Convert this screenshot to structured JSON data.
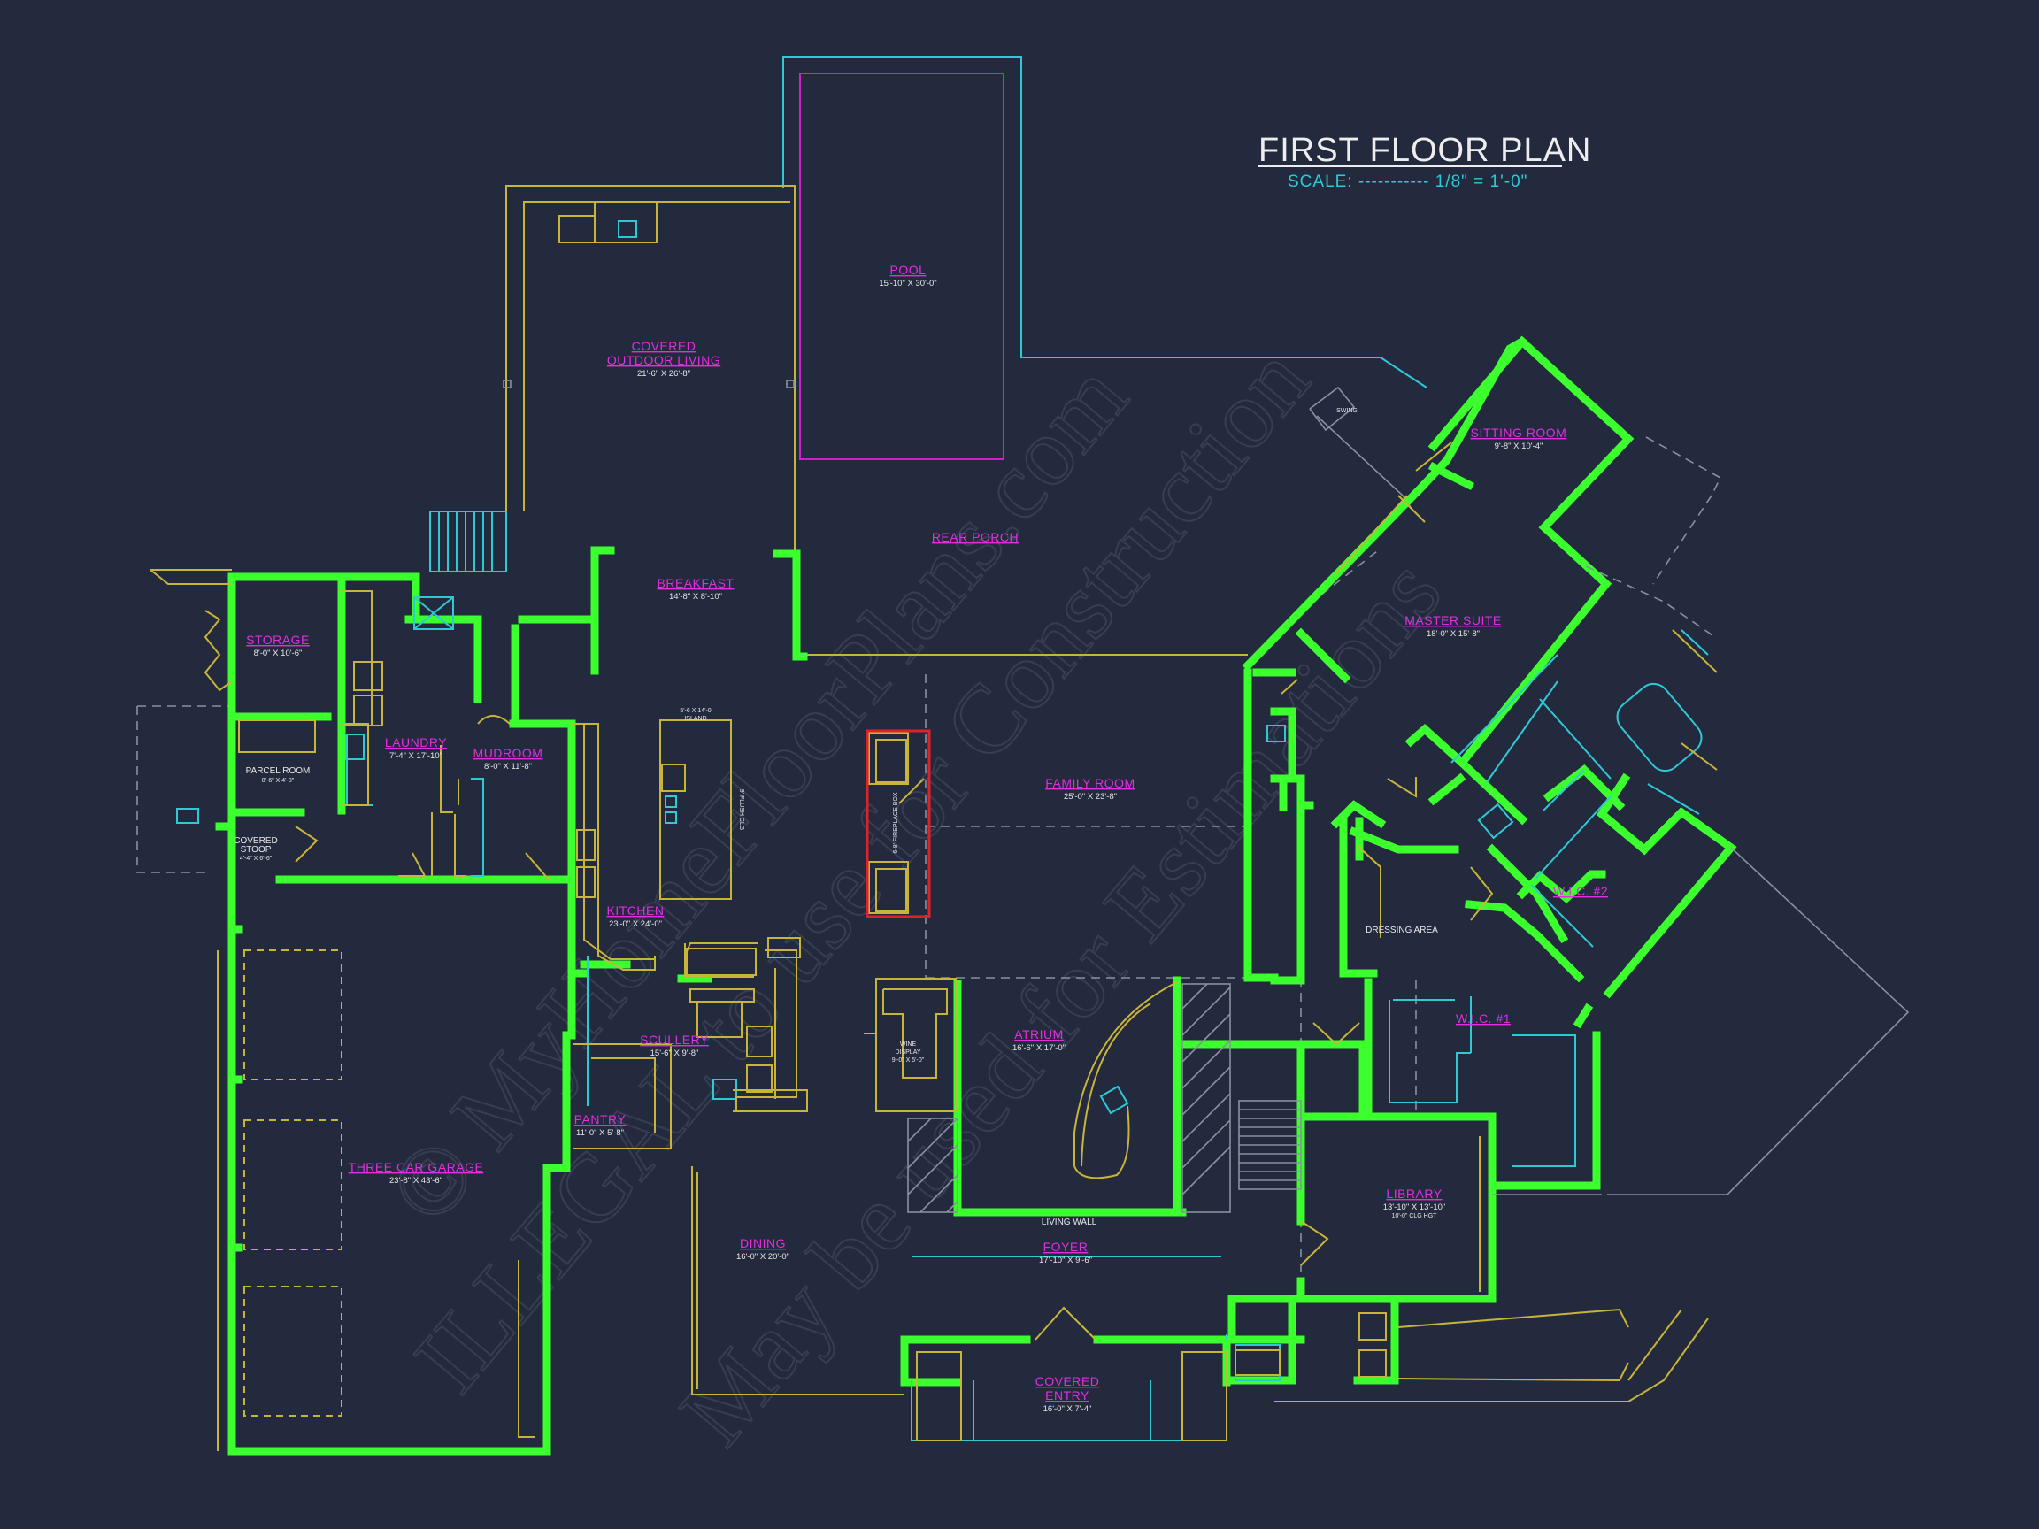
{
  "title": "FIRST FLOOR PLAN",
  "scale": "SCALE: ----------- 1/8\" = 1'-0\"",
  "watermark": {
    "line1": "© MyHomeFloorPlans.com",
    "line2": "ILLEGAL to use for Construction",
    "line3": "May be used for Estimations"
  },
  "rooms": {
    "pool": {
      "name": "POOL",
      "size": "15'-10\" X 30'-0\""
    },
    "covered_outdoor_living": {
      "name1": "COVERED",
      "name2": "OUTDOOR LIVING",
      "size": "21'-6\" X 26'-8\""
    },
    "rear_porch": {
      "name": "REAR PORCH"
    },
    "swing": {
      "name": "SWING"
    },
    "sitting_room": {
      "name": "SITTING ROOM",
      "size": "9'-8\" X 10'-4\""
    },
    "master_suite": {
      "name": "MASTER SUITE",
      "size": "18'-0\" X 15'-8\""
    },
    "breakfast": {
      "name": "BREAKFAST",
      "size": "14'-8\" X 8'-10\""
    },
    "storage": {
      "name": "STORAGE",
      "size": "8'-0\" X 10'-6\""
    },
    "laundry": {
      "name": "LAUNDRY",
      "size": "7'-4\" X 17'-10\""
    },
    "mudroom": {
      "name": "MUDROOM",
      "size": "8'-0\" X 11'-8\""
    },
    "parcel_room": {
      "name": "PARCEL ROOM",
      "size": "8'-6\" X 4'-8\""
    },
    "covered_stoop": {
      "name1": "COVERED",
      "name2": "STOOP",
      "size": "4'-4\" X 6'-6\""
    },
    "family_room": {
      "name": "FAMILY ROOM",
      "size": "25'-0\" X 23'-8\""
    },
    "kitchen": {
      "name": "KITCHEN",
      "size": "23'-0\" X 24'-0\""
    },
    "island": {
      "line1": "5'-6 X 14'-0",
      "line2": "ISLAND"
    },
    "flush_ceiling": {
      "text": "9' FLUSH CLG"
    },
    "fireplace": {
      "text": "6-8' FIREPLACE BOX"
    },
    "wic2": {
      "name": "W.I.C. #2"
    },
    "dressing_area": {
      "name": "DRESSING AREA"
    },
    "wic1": {
      "name": "W.I.C. #1"
    },
    "scullery": {
      "name": "SCULLERY",
      "size": "15'-6\" X 9'-8\""
    },
    "pantry": {
      "name": "PANTRY",
      "size": "11'-0\" X 5'-8\""
    },
    "wine_display": {
      "line1": "WINE",
      "line2": "DISPLAY",
      "line3": "9'-0\" X 5'-0\""
    },
    "atrium": {
      "name": "ATRIUM",
      "size": "16'-6\" X 17'-0\""
    },
    "three_car_garage": {
      "name": "THREE CAR GARAGE",
      "size": "23'-8\" X 43'-6\""
    },
    "living_wall": {
      "name": "LIVING WALL"
    },
    "foyer": {
      "name": "FOYER",
      "size": "17'-10\" X 9'-6\""
    },
    "dining": {
      "name": "DINING",
      "size": "16'-0\" X 20'-0\""
    },
    "library": {
      "name": "LIBRARY",
      "size": "13'-10\" X 13'-10\"",
      "note": "10'-0\" CLG HGT"
    },
    "covered_entry": {
      "name1": "COVERED",
      "name2": "ENTRY",
      "size": "16'-0\" X 7'-4\""
    }
  },
  "colors": {
    "background": "#242a3e",
    "walls": "#3cff2e",
    "fixtures": "#c9b43a",
    "labels": "#e22de0",
    "cyan": "#2fc9d6",
    "text": "#ededed"
  }
}
